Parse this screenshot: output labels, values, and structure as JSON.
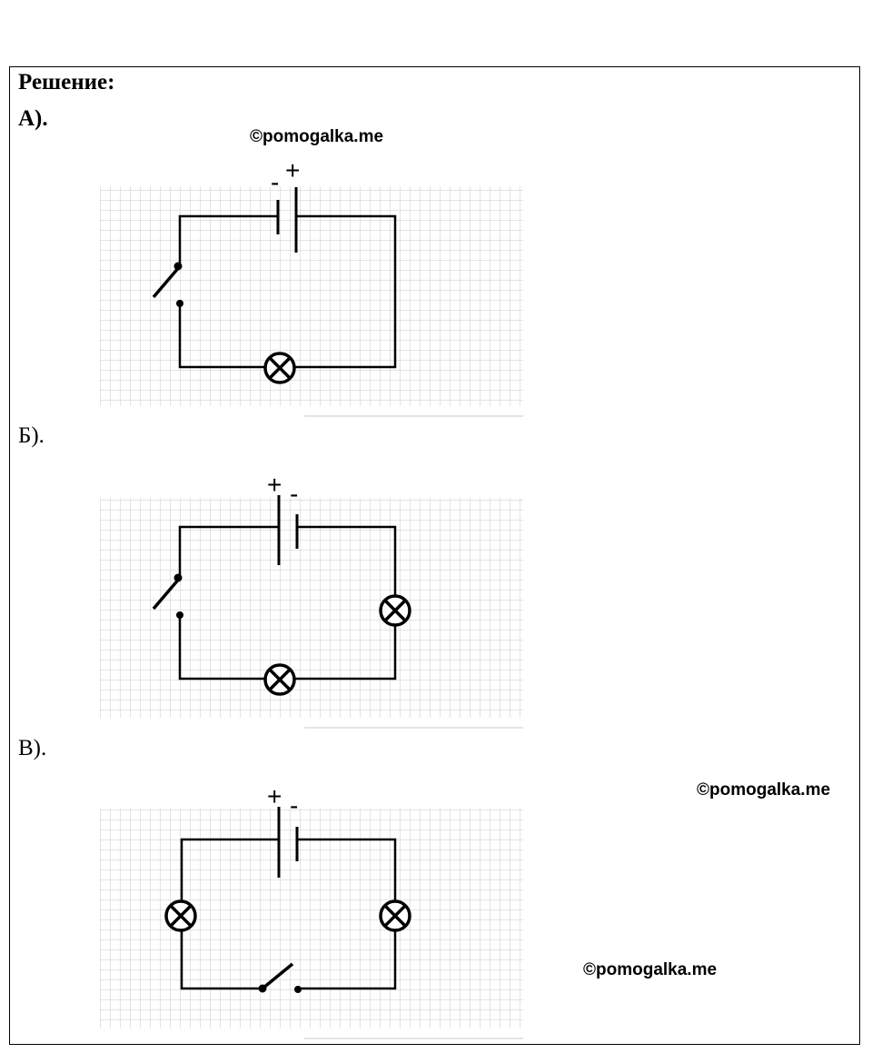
{
  "heading": "Решение:",
  "watermark": "©pomogalka.me",
  "sections": [
    {
      "label": "А).",
      "battery_left_sign": "-",
      "battery_right_sign": "+"
    },
    {
      "label": "Б).",
      "battery_left_sign": "+",
      "battery_right_sign": "-"
    },
    {
      "label": "В).",
      "battery_left_sign": "+",
      "battery_right_sign": "-"
    }
  ],
  "colors": {
    "ink": "#000000",
    "grid": "#c8c8c8",
    "frame": "#000000"
  },
  "icons": [
    "battery-icon",
    "switch-icon",
    "lamp-icon"
  ]
}
